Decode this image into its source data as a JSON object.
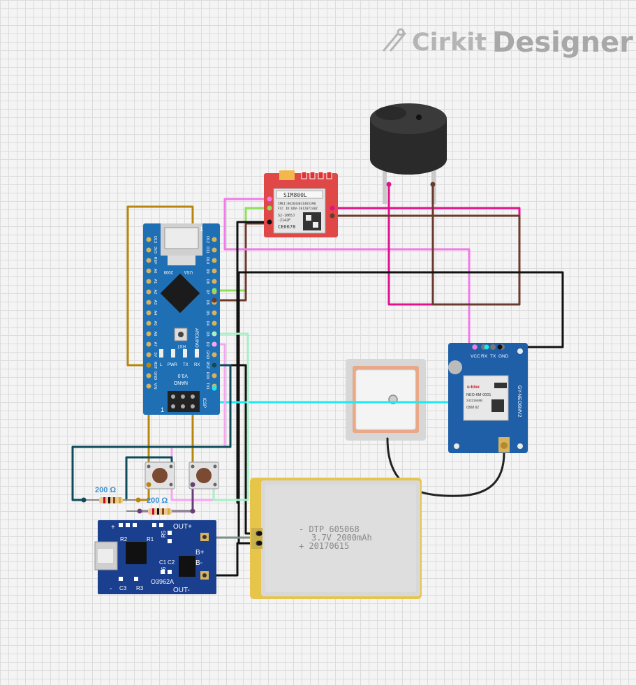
{
  "watermark": {
    "brand": "Cirkit",
    "product": "Designer"
  },
  "components": {
    "arduino": {
      "top_label": "1",
      "usb_label": "USA",
      "year_label": "2009",
      "rst_label": "RST",
      "brand_label": "ARDUINO.CC",
      "model_label": "NANO",
      "version_label": "V3.0",
      "led_labels": [
        "L",
        "PWR",
        "TX",
        "RX"
      ],
      "icsp_label": "ICSP",
      "icsp_pin": "1",
      "left_pins": [
        "D12",
        "D11",
        "D10",
        "D9",
        "D8",
        "D7",
        "D6",
        "D5",
        "D4",
        "D3",
        "D2",
        "GND",
        "RST",
        "RX0",
        "TX1"
      ],
      "right_pins": [
        "D13",
        "3V3",
        "REF",
        "A0",
        "A1",
        "A2",
        "A3",
        "A4",
        "A5",
        "A6",
        "A7",
        "5V",
        "RST",
        "GND",
        "VIN"
      ]
    },
    "sim800l": {
      "title": "SIM800L",
      "line1": "IMEI:862643031465390",
      "line2": "FCC ID:UDV-201207240Z",
      "line3": "S2-1065J",
      "line4": "-Z142F",
      "ce_mark": "CE0678"
    },
    "gps": {
      "pin_labels": [
        "VCC",
        "RX",
        "TX",
        "GND"
      ],
      "side_label": "GY-NEO6MV2",
      "chip_brand": "u-blox",
      "chip_model": "NEO-6M-0001",
      "chip_code": "0308 62",
      "chip_serial": "24221658B"
    },
    "resistors": [
      {
        "label": "200 Ω"
      },
      {
        "label": "200 Ω"
      }
    ],
    "charger": {
      "labels": [
        "+",
        "R2",
        "R1",
        "R5",
        "OUT+",
        "C1",
        "C2",
        "B+",
        "B-",
        "R6",
        "-",
        "C3",
        "R3",
        "O3962A",
        "OUT-"
      ]
    },
    "battery": {
      "line1": "- DTP 605068",
      "line2": "3.7V 2000mAh",
      "line3": "+ 20170615"
    }
  },
  "colors": {
    "arduino_board": "#1f6fb5",
    "sim_board": "#e04848",
    "gps_board": "#1e5fa8",
    "charger_board": "#1a3f8f",
    "wire_gold": "#b8860b",
    "wire_green": "#8ee05a",
    "wire_brown": "#6b3a2e",
    "wire_pink": "#f07ae8",
    "wire_magenta": "#e0138c",
    "wire_cyan": "#1ee8f0",
    "wire_teal": "#0d4b5a",
    "wire_mint": "#a6f0c6",
    "wire_purple": "#6a3d7a",
    "wire_black": "#111111",
    "wire_gray": "#7f8f88"
  }
}
